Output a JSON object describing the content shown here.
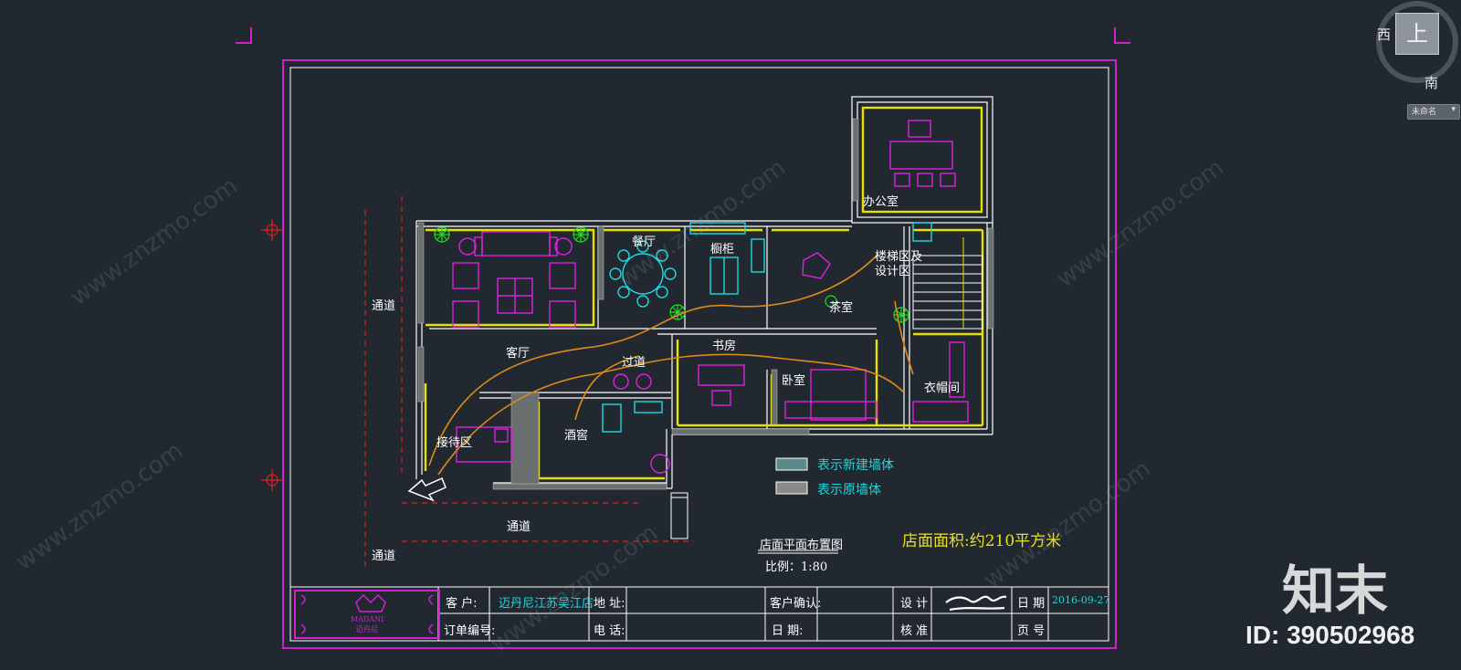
{
  "compass": {
    "west": "西",
    "south": "南",
    "top": "上",
    "viewport": "未命名"
  },
  "rooms": {
    "office": "办公室",
    "dining": "餐厅",
    "cabinet": "橱柜",
    "stairs_1": "楼梯区及",
    "stairs_2": "设计区",
    "tea": "茶室",
    "living": "客厅",
    "corridor": "过道",
    "study": "书房",
    "bedroom": "卧室",
    "closet": "衣帽间",
    "reception": "接待区",
    "wine": "酒窖"
  },
  "aisles": {
    "left": "通道",
    "bottom": "通道",
    "bottom_left": "通道"
  },
  "legend": {
    "new_wall": "表示新建墙体",
    "old_wall": "表示原墙体"
  },
  "drawing": {
    "title": "店面平面布置图",
    "scale": "比例：1:80"
  },
  "area": "店面面积:约210平方米",
  "title_block": {
    "client_label": "客  户:",
    "client_value": "迈丹尼江苏吴江店",
    "address_label": "地 址:",
    "confirm_label": "客户确认:",
    "design_label": "设  计",
    "date_label": "日 期",
    "date_value": "2016-09-27",
    "order_label": "订单编号:",
    "phone_label": "电 话:",
    "day_label": "日   期:",
    "check_label": "核  准",
    "page_label": "页 号",
    "logo_name": "MADANI",
    "logo_cn": "迈丹尼"
  },
  "watermark": {
    "brand": "知末",
    "site": "www.znzmo.com",
    "id": "ID: 390502968"
  },
  "colors": {
    "background": "#212830",
    "frame": "#d020d0",
    "wall_white": "#ffffff",
    "wall_yellow": "#e8e000",
    "furniture": "#e020e0",
    "cyan": "#20d8e0",
    "green": "#20e020",
    "orange": "#e08a18",
    "red_dash": "#e02020",
    "area_text": "#e8e020"
  }
}
